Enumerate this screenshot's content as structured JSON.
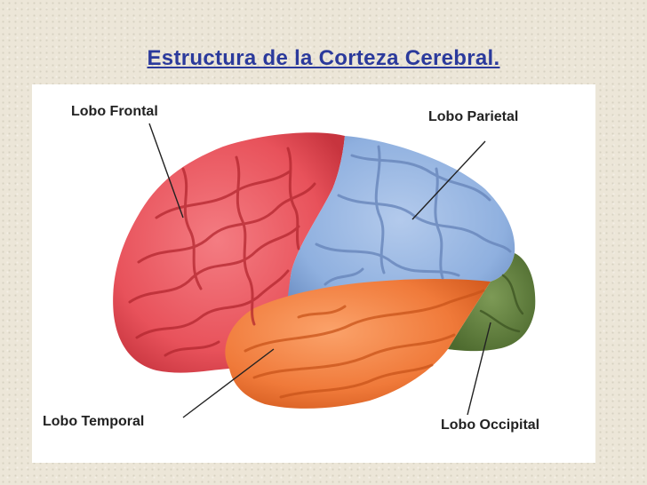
{
  "title": "Estructura de la Corteza Cerebral.",
  "labels": {
    "frontal": "Lobo Frontal",
    "parietal": "Lobo Parietal",
    "temporal": "Lobo Temporal",
    "occipital": "Lobo Occipital"
  },
  "colors": {
    "title": "#2b3a9c",
    "frontal": "#e8525b",
    "parietal": "#8fb0df",
    "temporal": "#f07a3a",
    "occipital": "#5f7d3c",
    "background": "#ece6d8"
  }
}
